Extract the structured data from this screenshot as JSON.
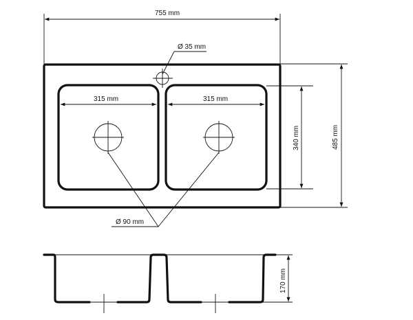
{
  "drawing": {
    "top_view": {
      "overall_width": "755 mm",
      "overall_depth": "485 mm",
      "bowl_width_left": "315 mm",
      "bowl_width_right": "315 mm",
      "bowl_depth": "340 mm",
      "tap_hole": "Ø 35 mm",
      "drain_holes": "Ø  90 mm"
    },
    "side_view": {
      "bowl_height": "170 mm"
    }
  }
}
